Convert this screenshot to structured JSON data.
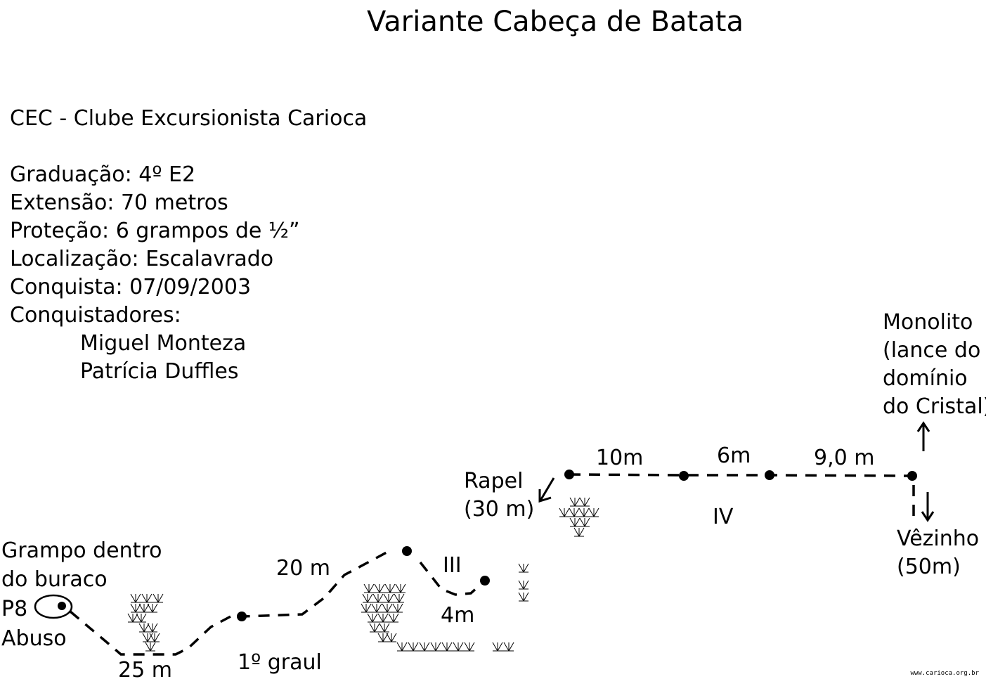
{
  "title": "Variante Cabeça de Batata",
  "info": {
    "club": "CEC - Clube Excursionista Carioca",
    "grade": "Graduação: 4º E2",
    "length": "Extensão: 70 metros",
    "protection": "Proteção: 6 grampos de ½”",
    "location": "Localização: Escalavrado",
    "date": "Conquista: 07/09/2003",
    "climbers_heading": "Conquistadores:",
    "climbers": [
      "Miguel Monteza",
      "Patrícia Duffles"
    ]
  },
  "labels": {
    "start_note": [
      "Grampo dentro",
      "do buraco"
    ],
    "p8": "P8",
    "abuso": "Abuso",
    "d_25m": "25 m",
    "graul": "1º graul",
    "d_20m": "20 m",
    "grade_iii": "III",
    "d_4m": "4m",
    "rapel": [
      "Rapel",
      "(30 m)"
    ],
    "d_10m": "10m",
    "d_6m": "6m",
    "d_9m": "9,0 m",
    "grade_iv": "IV",
    "monolito": [
      "Monolito",
      "(lance do",
      "domínio",
      "do Cristal)"
    ],
    "vezinho": [
      "Vêzinho",
      "(50m)"
    ],
    "website": "www.carioca.org.br"
  },
  "icons": {
    "bolt": "filled-circle",
    "start_hole": "ellipse-with-dot",
    "vegetation": "grass-tuft",
    "arrow": "line-arrow"
  }
}
